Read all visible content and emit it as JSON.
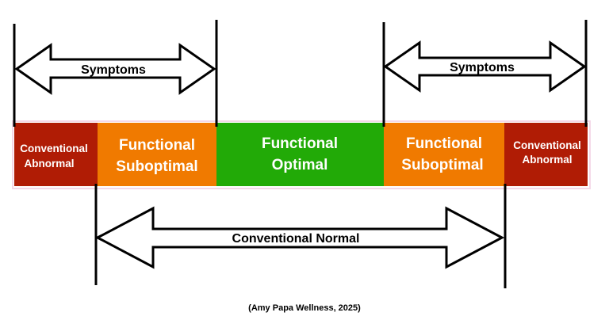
{
  "colors": {
    "conventional_abnormal": "#b01c05",
    "functional_suboptimal": "#f07a00",
    "functional_optimal": "#22aa07",
    "label_light": "#ffffff",
    "line": "#000000"
  },
  "ranges": [
    {
      "id": "conventional-abnormal-left",
      "line1": "Conventional",
      "line2": "Abnormal"
    },
    {
      "id": "functional-suboptimal-left",
      "line1": "Functional",
      "line2": "Suboptimal"
    },
    {
      "id": "functional-optimal",
      "line1": "Functional",
      "line2": "Optimal"
    },
    {
      "id": "functional-suboptimal-right",
      "line1": "Functional",
      "line2": "Suboptimal"
    },
    {
      "id": "conventional-abnormal-right",
      "line1": "Conventional",
      "line2": "Abnormal"
    }
  ],
  "arrows": {
    "symptoms_left": "Symptoms",
    "symptoms_right": "Symptoms",
    "conventional_normal": "Conventional Normal"
  },
  "source": "(Amy Papa Wellness, 2025)"
}
